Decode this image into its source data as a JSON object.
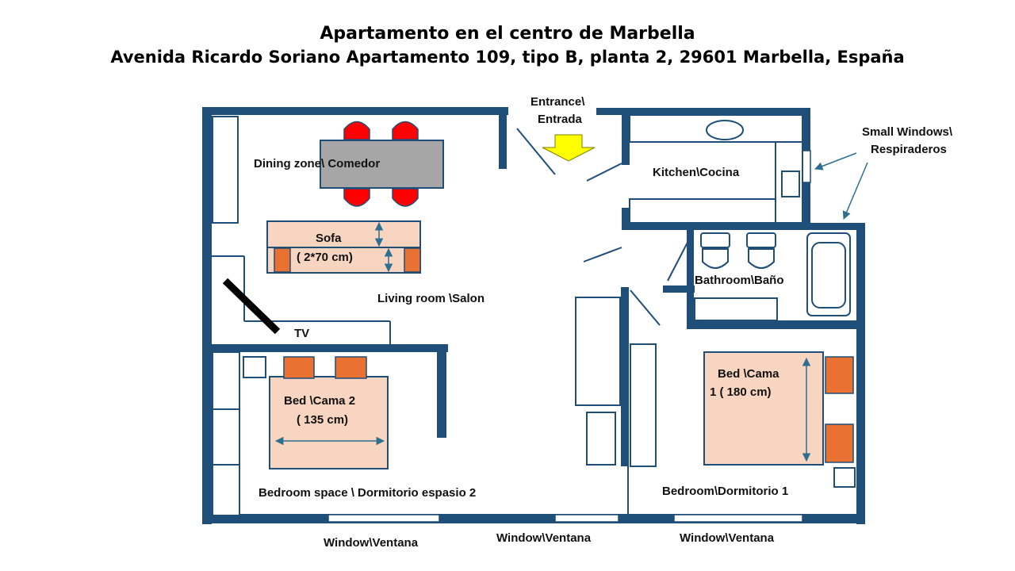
{
  "title": "Apartamento en el centro de Marbella",
  "subtitle": "Avenida Ricardo Soriano Apartamento 109, tipo B, planta 2, 29601 Marbella, España",
  "labels": {
    "entrance_line1": "Entrance\\",
    "entrance_line2": "Entrada",
    "small_windows_line1": "Small Windows\\",
    "small_windows_line2": "Respiraderos",
    "dining": "Dining zone\\ Comedor",
    "kitchen": "Kitchen\\Cocina",
    "sofa_line1": "Sofa",
    "sofa_line2": "( 2*70 cm)",
    "living": "Living room \\Salon",
    "bathroom": "Bathroom\\Baño",
    "tv": "TV",
    "bed2_line1": "Bed \\Cama 2",
    "bed2_line2": "( 135 cm)",
    "bed1_line1": "Bed \\Cama",
    "bed1_line2": "1 ( 180 cm)",
    "bedroom2": "Bedroom space \\ Dormitorio espasio 2",
    "bedroom1": "Bedroom\\Dormitorio 1",
    "window1": "Window\\Ventana",
    "window2": "Window\\Ventana",
    "window3": "Window\\Ventana"
  },
  "colors": {
    "wall": "#1f4e79",
    "chair": "#ff0000",
    "table": "#a6a6a6",
    "furniture_fill": "#f8d5c0",
    "pillow": "#e97132",
    "entrance_arrow": "#ffff00",
    "dimension_arrow": "#2e6e8e"
  }
}
